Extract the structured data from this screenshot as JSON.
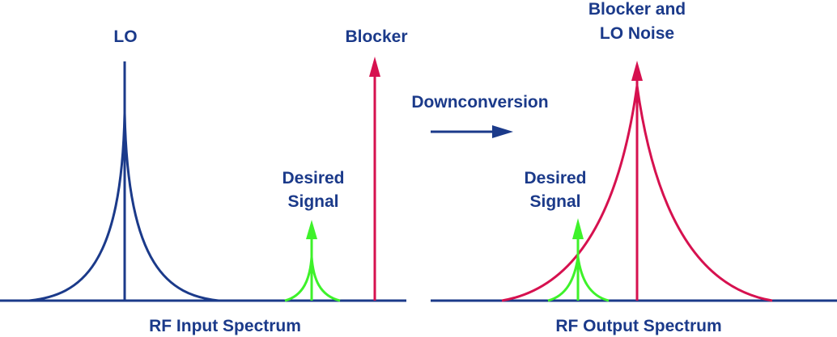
{
  "colors": {
    "navy": "#1b3a8a",
    "red": "#d6114f",
    "green": "#3ef22a"
  },
  "labels": {
    "lo": "LO",
    "blocker": "Blocker",
    "desired_left_line1": "Desired",
    "desired_left_line2": "Signal",
    "downconversion": "Downconversion",
    "blocker_lo_noise_line1": "Blocker and",
    "blocker_lo_noise_line2": "LO Noise",
    "desired_right_line1": "Desired",
    "desired_right_line2": "Signal",
    "rf_input": "RF Input Spectrum",
    "rf_output": "RF Output Spectrum"
  }
}
